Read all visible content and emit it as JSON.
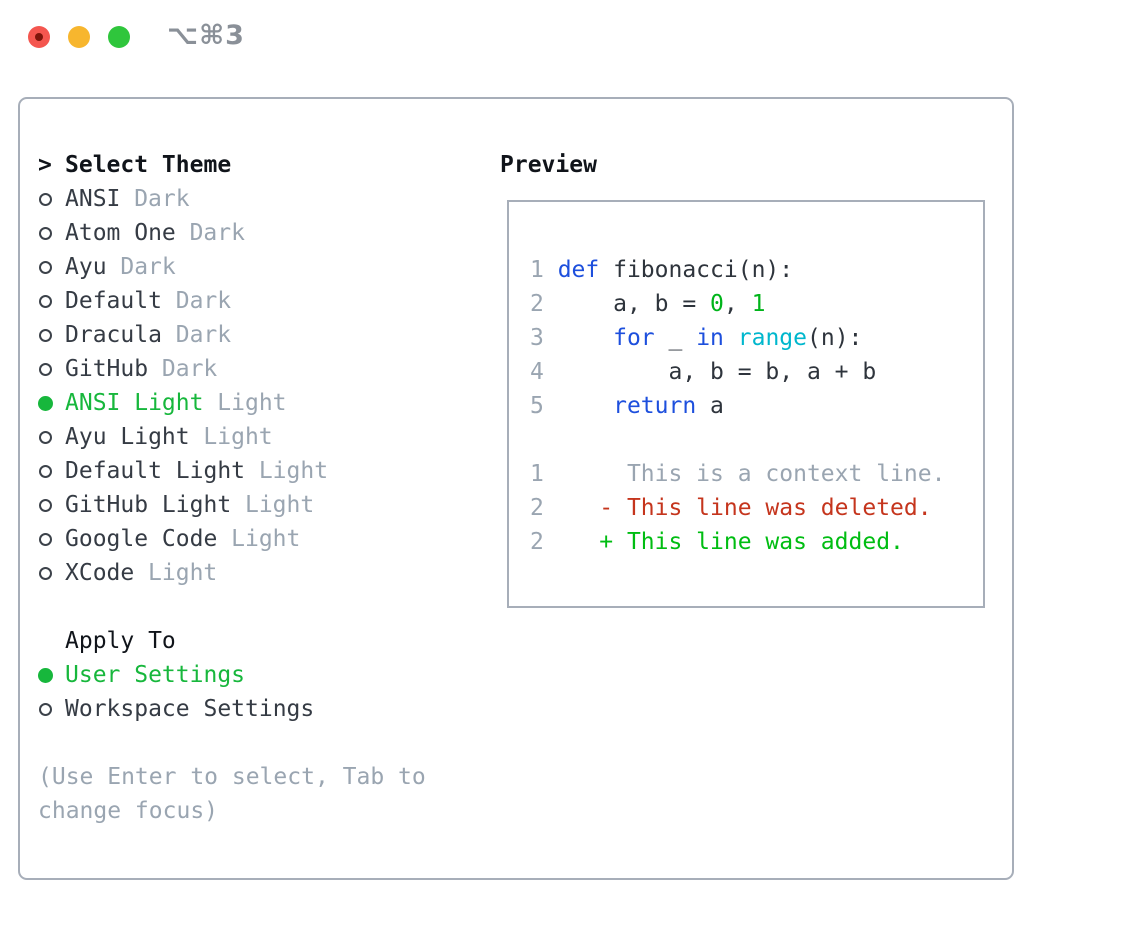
{
  "window": {
    "shortcut_label": "⌥⌘3"
  },
  "colors": {
    "accent-green": "#17b73c",
    "keyword-blue": "#1d4fdd",
    "builtin-cyan": "#00b7cd",
    "number-green": "#00b41a",
    "added-green": "#00bd12",
    "deleted-red": "#c5351d",
    "muted-gray": "#9aa5b1",
    "text-dark": "#353b44",
    "heading-black": "#10141a",
    "border-gray": "#a7aeb9",
    "traffic-red": "#f4564f",
    "traffic-yellow": "#f7b62e",
    "traffic-green": "#2fc63c"
  },
  "theme_selector": {
    "prompt": ">",
    "header": "Select Theme",
    "items": [
      {
        "name": "ANSI",
        "tag": "Dark",
        "selected": false
      },
      {
        "name": "Atom One",
        "tag": "Dark",
        "selected": false
      },
      {
        "name": "Ayu",
        "tag": "Dark",
        "selected": false
      },
      {
        "name": "Default",
        "tag": "Dark",
        "selected": false
      },
      {
        "name": "Dracula",
        "tag": "Dark",
        "selected": false
      },
      {
        "name": "GitHub",
        "tag": "Dark",
        "selected": false
      },
      {
        "name": "ANSI Light",
        "tag": "Light",
        "selected": true
      },
      {
        "name": "Ayu Light",
        "tag": "Light",
        "selected": false
      },
      {
        "name": "Default Light",
        "tag": "Light",
        "selected": false
      },
      {
        "name": "GitHub Light",
        "tag": "Light",
        "selected": false
      },
      {
        "name": "Google Code",
        "tag": "Light",
        "selected": false
      },
      {
        "name": "XCode",
        "tag": "Light",
        "selected": false
      }
    ]
  },
  "apply_to": {
    "header": "Apply To",
    "options": [
      {
        "label": "User Settings",
        "selected": true
      },
      {
        "label": "Workspace Settings",
        "selected": false
      }
    ]
  },
  "help": {
    "line1": "(Use Enter to select, Tab to",
    "line2": "change focus)"
  },
  "preview": {
    "title": "Preview",
    "lines": [
      [
        [
          "ln",
          "1 "
        ],
        [
          "kw",
          "def"
        ],
        [
          "tx",
          " fibonacci(n):"
        ]
      ],
      [
        [
          "ln",
          "2"
        ],
        [
          "tx",
          "     a, b = "
        ],
        [
          "num",
          "0"
        ],
        [
          "tx",
          ", "
        ],
        [
          "num",
          "1"
        ]
      ],
      [
        [
          "ln",
          "3"
        ],
        [
          "tx",
          "     "
        ],
        [
          "kw",
          "for"
        ],
        [
          "tx",
          " _ "
        ],
        [
          "kw",
          "in"
        ],
        [
          "tx",
          " "
        ],
        [
          "fn",
          "range"
        ],
        [
          "tx",
          "(n):"
        ]
      ],
      [
        [
          "ln",
          "4"
        ],
        [
          "tx",
          "         a, b = b, a + b"
        ]
      ],
      [
        [
          "ln",
          "5"
        ],
        [
          "tx",
          "     "
        ],
        [
          "kw",
          "return"
        ],
        [
          "tx",
          " a"
        ]
      ],
      [],
      [
        [
          "ln",
          "1"
        ],
        [
          "ctx",
          "      This is a context line."
        ]
      ],
      [
        [
          "ln",
          "2"
        ],
        [
          "tx",
          "    "
        ],
        [
          "del",
          "- This line was deleted."
        ]
      ],
      [
        [
          "ln",
          "2"
        ],
        [
          "tx",
          "    "
        ],
        [
          "add",
          "+ This line was added."
        ]
      ]
    ]
  }
}
